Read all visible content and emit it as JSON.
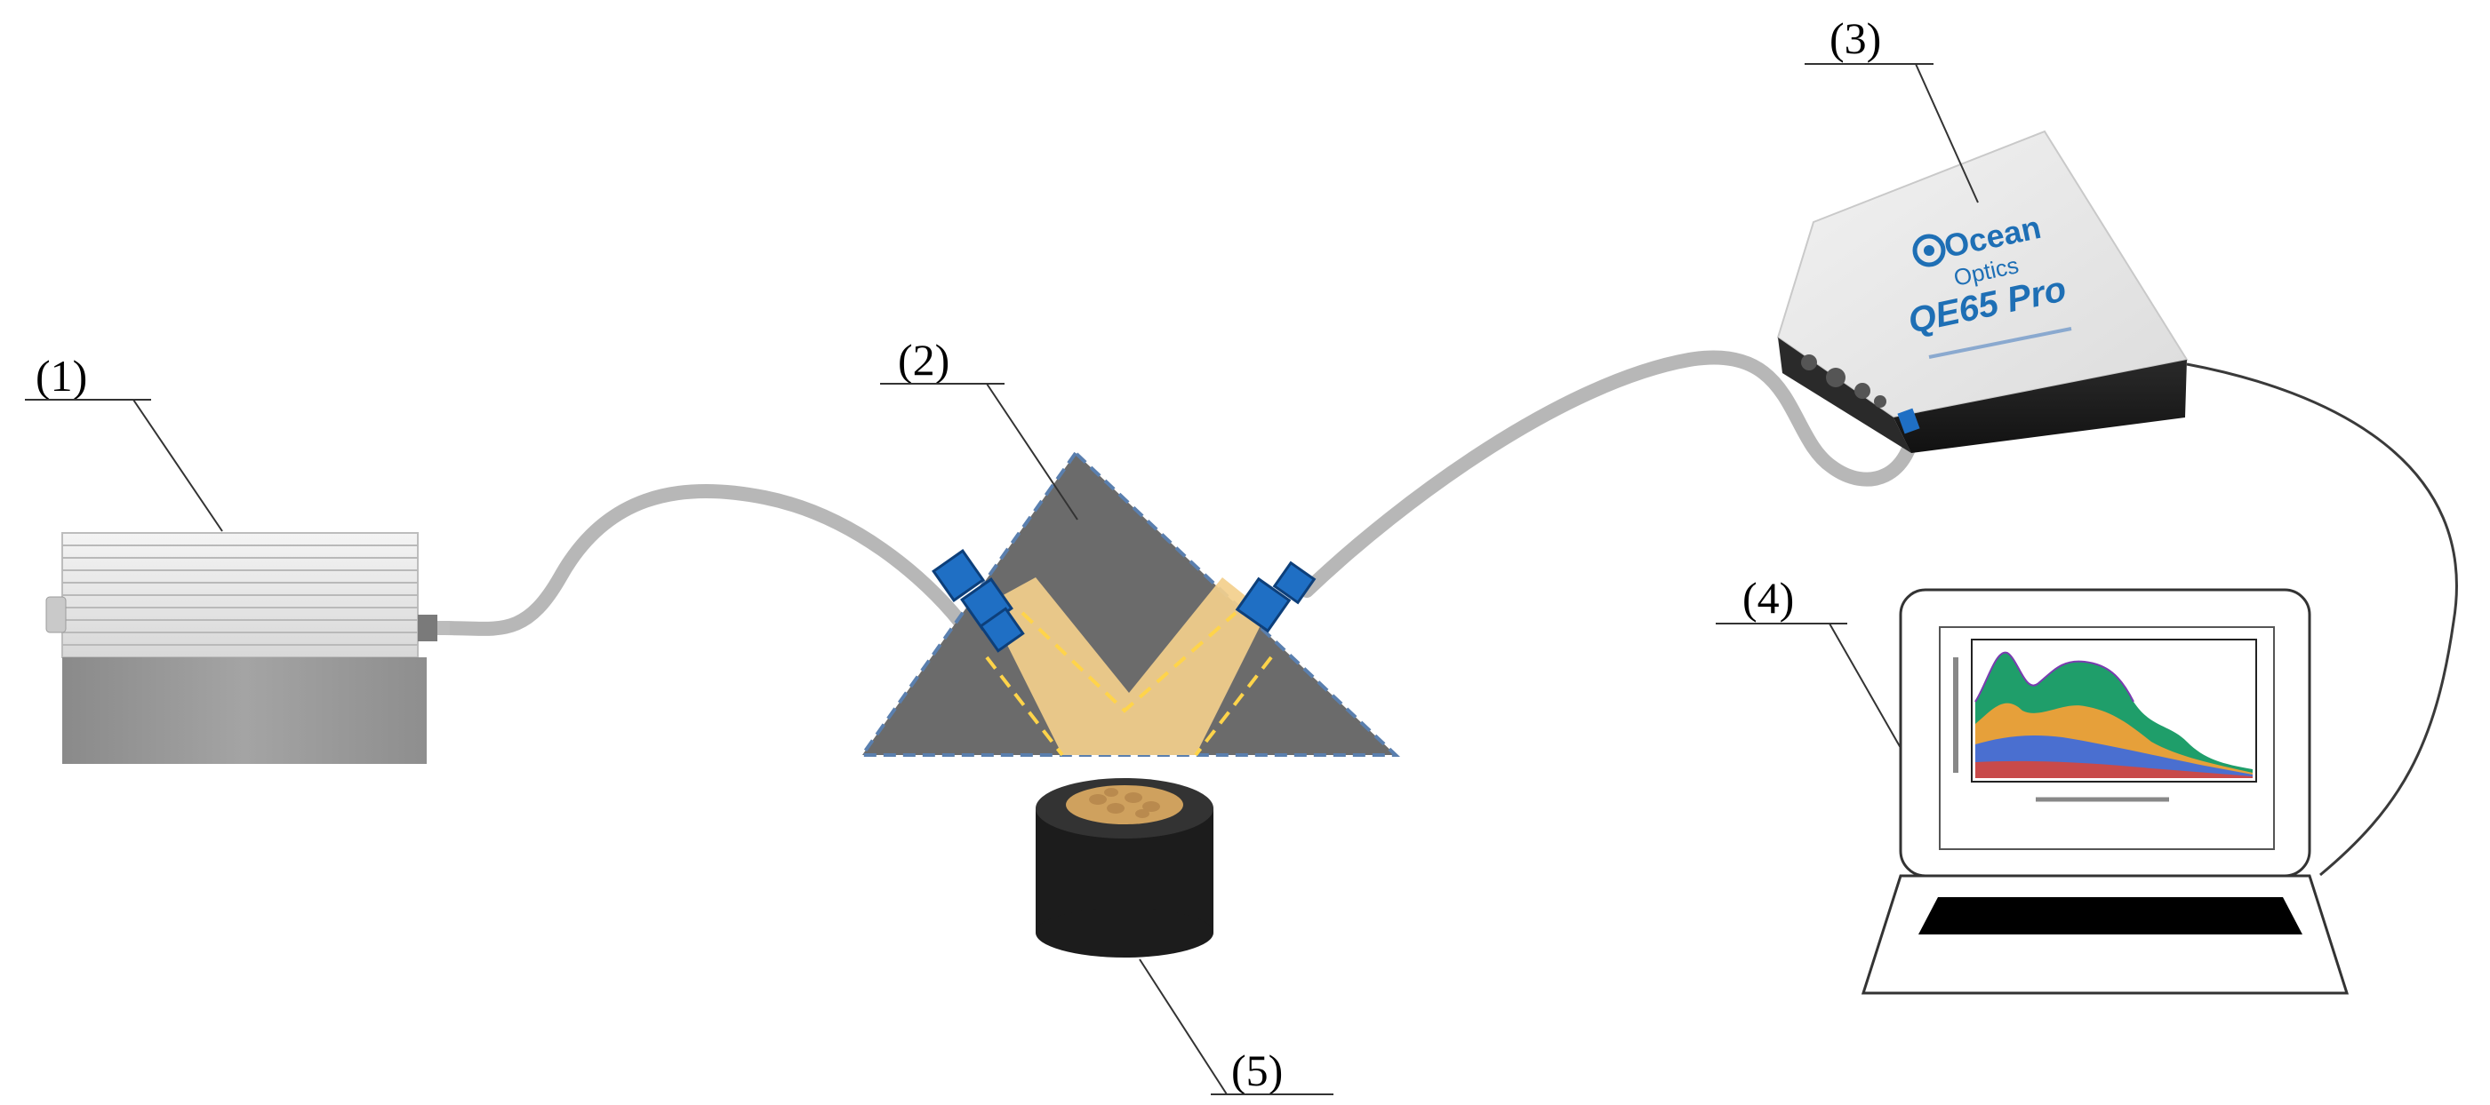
{
  "labels": {
    "light_source": "(1)",
    "reflection_probe": "(2)",
    "spectrometer": "(3)",
    "computer": "(4)",
    "sample_holder": "(5)"
  },
  "spectrometer": {
    "brand_line1": "Ocean",
    "brand_line2": "Optics",
    "model": "QE65 Pro"
  },
  "colors": {
    "cable": "#b7b7b7",
    "probe_body": "#6b6b6b",
    "light_path": "#f3cf8c",
    "connector": "#1f6fc4",
    "brand_blue": "#1e6fb5",
    "holder": "#1c1c1c"
  }
}
